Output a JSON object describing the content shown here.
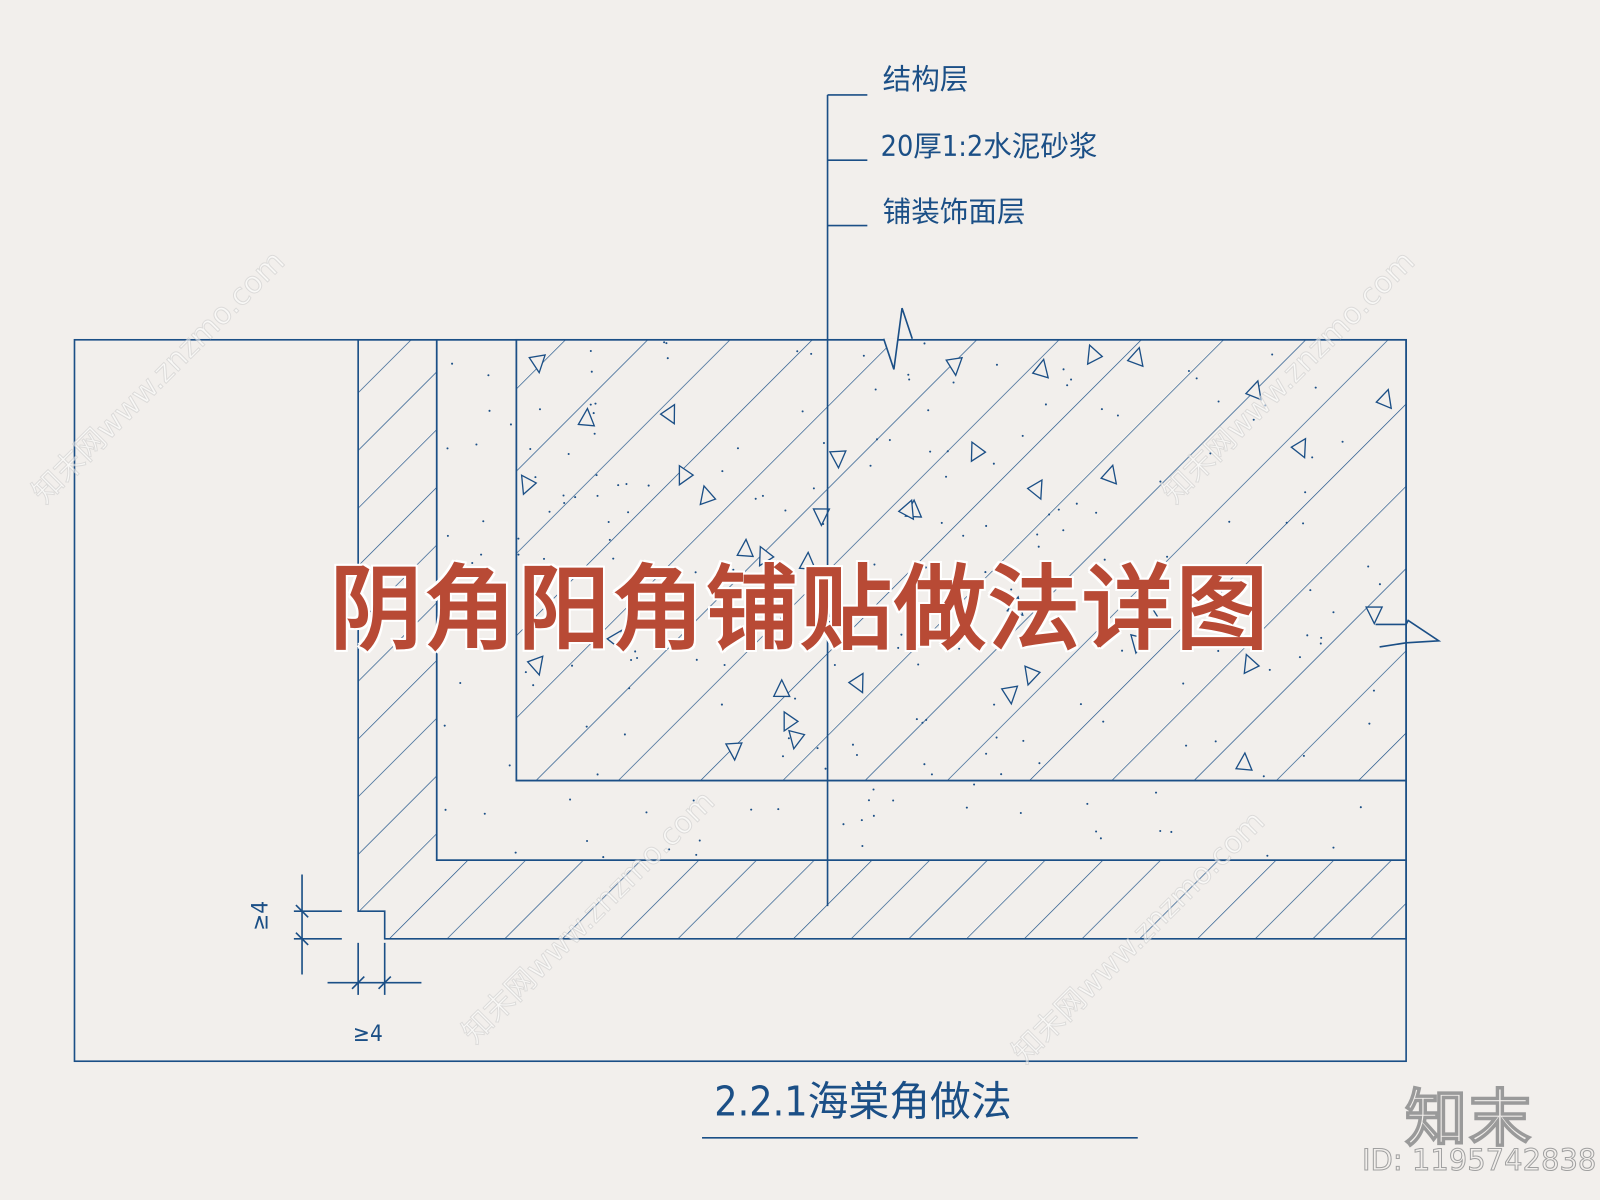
{
  "diagram": {
    "leader_labels": [
      "结构层",
      "20厚1:2水泥砂浆",
      "铺装饰面层"
    ],
    "dimension_labels": {
      "vertical": "≥4",
      "horizontal": "≥4"
    },
    "caption": "2.2.1海棠角做法",
    "line_color": "#1b4f86"
  },
  "banner": {
    "title": "阴角阳角铺贴做法详图",
    "color": "#b84a35"
  },
  "watermark": {
    "text": "知末网www.znzmo.com",
    "logo": "知末",
    "id": "ID: 1195742838"
  }
}
